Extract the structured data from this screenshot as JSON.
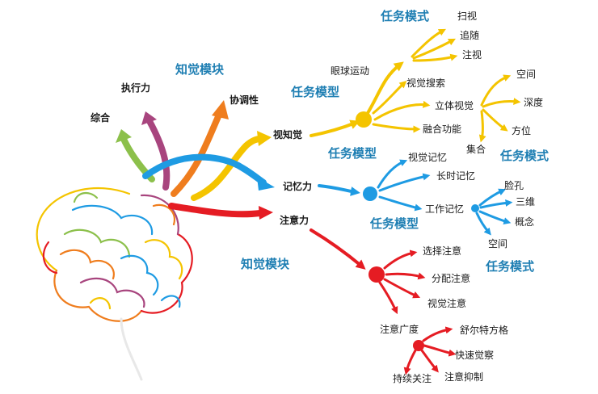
{
  "colors": {
    "yellow": "#f4c400",
    "blue": "#1e9be3",
    "red": "#e51c23",
    "green": "#8cc04b",
    "purple": "#a8457e",
    "orange": "#ef7d1e",
    "heading": "#1f7fb3"
  },
  "left": {
    "perception_module": "知觉模块",
    "executive": "执行力",
    "integration": "综合",
    "coordination": "协调性",
    "perception_module_2": "知觉模块"
  },
  "visual": {
    "label": "视知觉",
    "task_model": "任务模型",
    "task_mode": "任务模式",
    "eye_movement": "眼球运动",
    "scan": "扫视",
    "pursuit": "追随",
    "fixation": "注视",
    "visual_search": "视觉搜索",
    "stereo": "立体视觉",
    "fusion": "融合功能",
    "space": "空间",
    "depth": "深度",
    "orientation": "方位",
    "set": "集合",
    "task_mode_2": "任务模式"
  },
  "memory": {
    "label": "记忆力",
    "task_model": "任务模型",
    "visual_memory": "视觉记忆",
    "long_term": "长时记忆",
    "working": "工作记忆",
    "task_model_2": "任务模型",
    "face": "脸孔",
    "three_d": "三维",
    "concept": "概念",
    "space": "空间"
  },
  "attention": {
    "label": "注意力",
    "selective": "选择注意",
    "divided": "分配注意",
    "visual_attention": "视觉注意",
    "task_mode": "任务模式",
    "span": "注意广度",
    "schulte": "舒尔特方格",
    "quick": "快速觉察",
    "sustained": "持续关注",
    "inhibition": "注意抑制"
  }
}
